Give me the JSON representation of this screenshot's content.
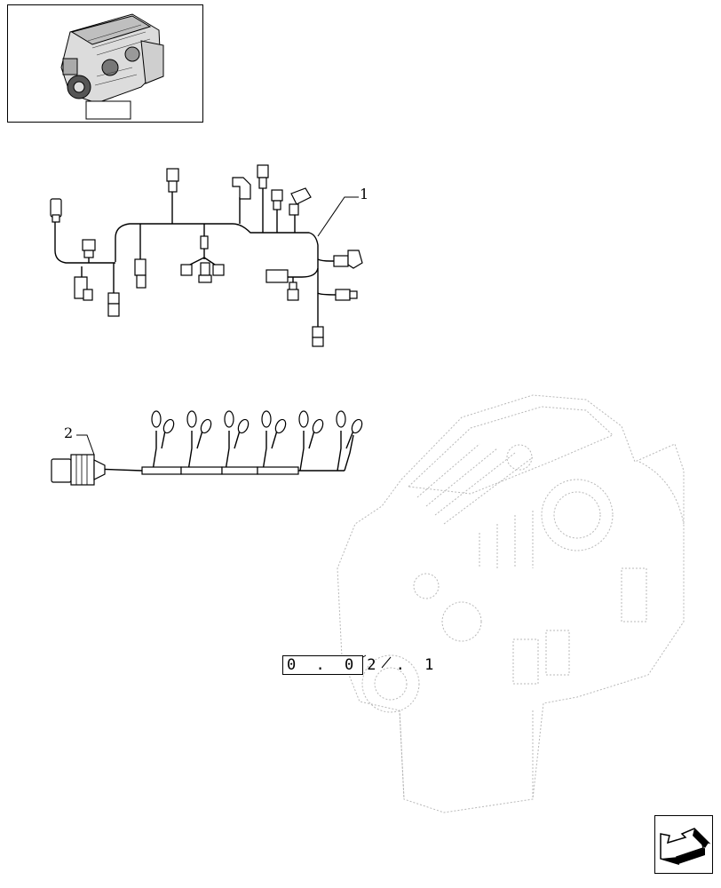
{
  "callouts": {
    "wiring_harness": "1",
    "injector_harness": "2"
  },
  "reference": {
    "boxed": "0 . 0",
    "suffix": "2 . 1"
  },
  "icons": {
    "thumbnail": "engine-thumbnail-icon",
    "next_page": "next-page-arrow-icon"
  },
  "colors": {
    "line": "#000000",
    "ghost": "#b8b8b8",
    "background": "#ffffff"
  }
}
